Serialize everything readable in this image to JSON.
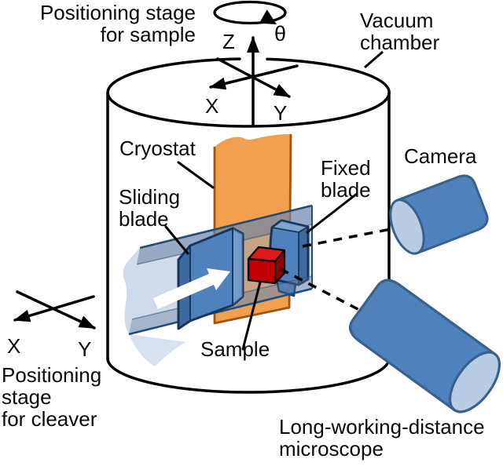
{
  "labels": {
    "positioning_stage_sample": "Positioning stage\nfor sample",
    "vacuum_chamber": "Vacuum\nchamber",
    "cryostat": "Cryostat",
    "sliding_blade": "Sliding\nblade",
    "fixed_blade": "Fixed\nblade",
    "camera": "Camera",
    "sample": "Sample",
    "positioning_stage_cleaver": "Positioning\nstage\nfor cleaver",
    "microscope": "Long-working-distance\nmicroscope"
  },
  "axes": {
    "top": {
      "z": "Z",
      "x": "X",
      "y": "Y",
      "theta": "θ"
    },
    "bottom": {
      "x": "X",
      "y": "Y"
    }
  },
  "colors": {
    "outline": "#000000",
    "cryostat_fill": "#F2A04F",
    "cryostat_edge": "#9E5511",
    "blade_fill": "#4F81BD",
    "blade_edge": "#17375E",
    "plate_fill": "rgba(141,166,205,0.42)",
    "plate_edge": "#1F4E79",
    "cylinder_fill": "#4F81BD",
    "cylinder_face": "#B8CCE4",
    "cylinder_edge": "#38618C",
    "sample_top": "#E01A1A",
    "sample_front": "#C00000",
    "sample_side": "#8F0505",
    "slide_arrow": "#FFFFFF"
  }
}
